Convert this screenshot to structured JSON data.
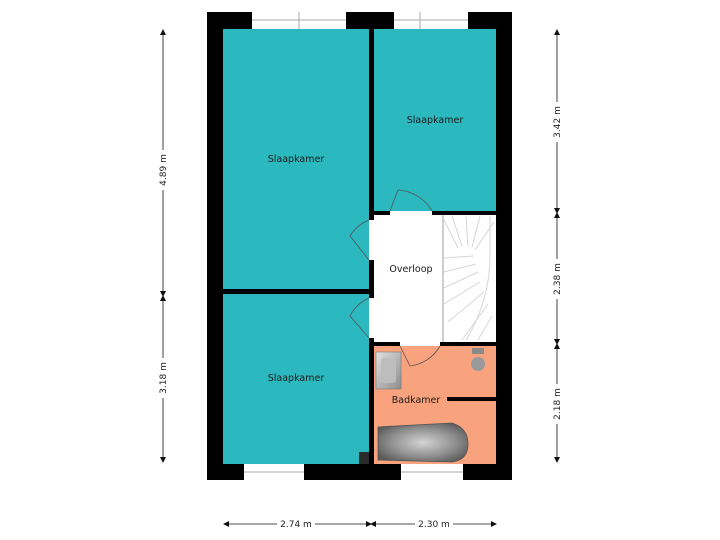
{
  "colors": {
    "wall": "#000000",
    "bedroom": "#2bb8be",
    "bathroom": "#f9a27e",
    "landing": "#ffffff",
    "window": "#ffffff",
    "dimension": "#111111",
    "fixture": "#9a9a9a"
  },
  "rooms": {
    "bedroom_top_left": "Slaapkamer",
    "bedroom_top_right": "Slaapkamer",
    "bedroom_bottom_left": "Slaapkamer",
    "landing": "Overloop",
    "bathroom": "Badkamer"
  },
  "dimensions": {
    "left_upper": "4.89 m",
    "left_lower": "3.18 m",
    "right_upper": "3.42 m",
    "right_middle": "2.38 m",
    "right_lower": "2.18 m",
    "bottom_left": "2.74 m",
    "bottom_right": "2.30 m"
  },
  "icons": [
    "stairs-icon",
    "bathtub-icon",
    "sink-icon",
    "toilet-icon",
    "door-swing-icon",
    "window-icon",
    "arrow-icon"
  ]
}
